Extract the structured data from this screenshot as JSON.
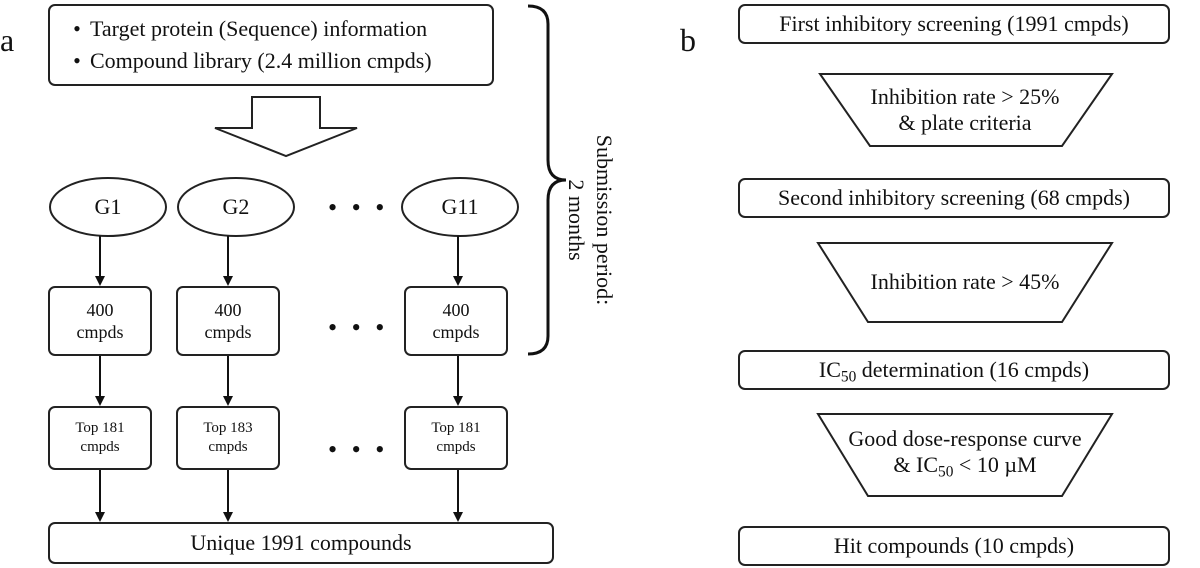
{
  "panel_a": {
    "letter": "a",
    "input_items": [
      "Target protein (Sequence) information",
      "Compound library (2.4 million cmpds)"
    ],
    "groups": [
      {
        "name": "G1",
        "picked": "400\ncmpds",
        "top": "Top 181\ncmpds"
      },
      {
        "name": "G2",
        "picked": "400\ncmpds",
        "top": "Top 183\ncmpds"
      },
      {
        "name": "G11",
        "picked": "400\ncmpds",
        "top": "Top 181\ncmpds"
      }
    ],
    "ellipsis": "• • •",
    "result": "Unique 1991 compounds",
    "period_label": "Submission period:\n2 months"
  },
  "panel_b": {
    "letter": "b",
    "steps": [
      {
        "main": "First inhibitory screening (1991 cmpds)",
        "sub": "",
        "tail": ""
      },
      {
        "main": "Inhibition rate > 25%\n& plate criteria",
        "sub": "",
        "tail": ""
      },
      {
        "main": "Second inhibitory screening (68 cmpds)",
        "sub": "",
        "tail": ""
      },
      {
        "main": "Inhibition rate > 45%",
        "sub": "",
        "tail": ""
      },
      {
        "main": "IC",
        "sub": "50",
        "tail": " determination (16 cmpds)"
      },
      {
        "main": "Good dose-response curve\n& IC",
        "sub": "50",
        "tail": " < 10 µM"
      },
      {
        "main": "Hit compounds (10 cmpds)",
        "sub": "",
        "tail": ""
      }
    ]
  }
}
